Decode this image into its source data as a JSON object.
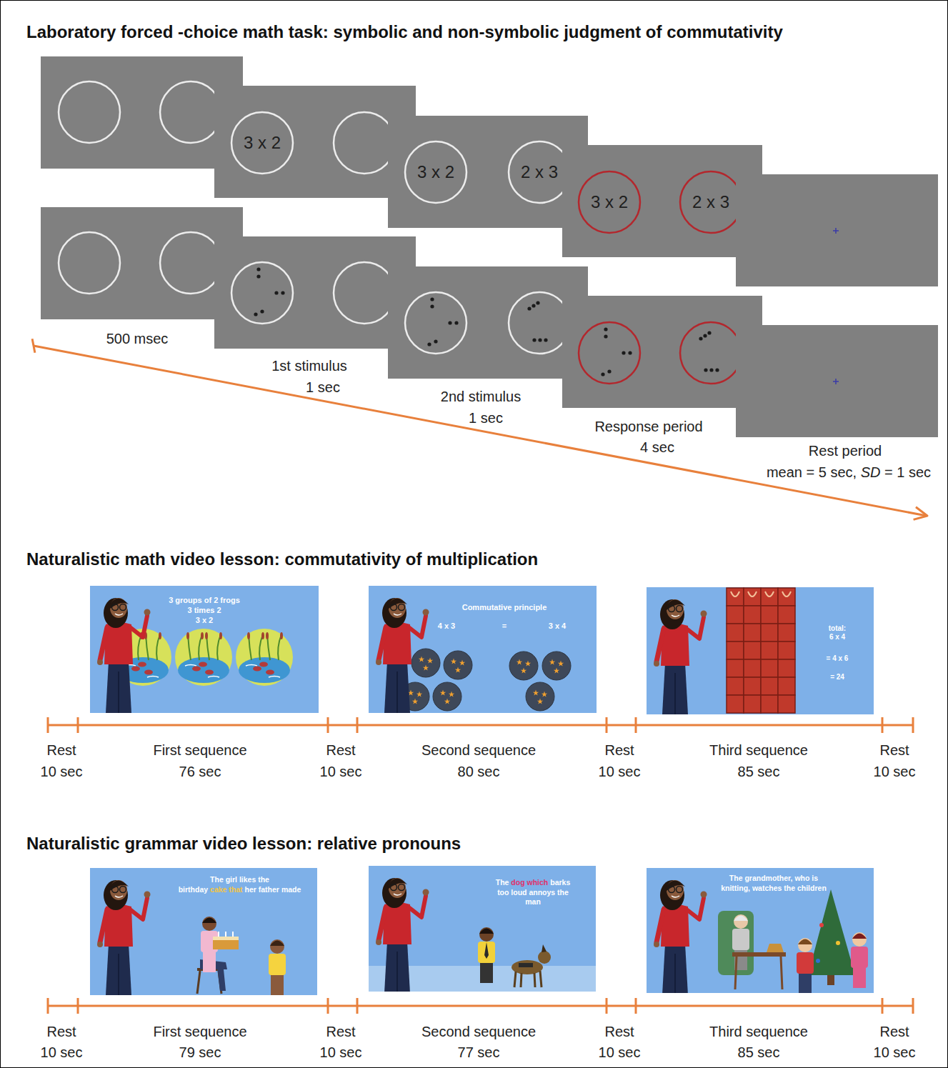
{
  "diagram": {
    "nodes": [
      {
        "text": [
          "3 x 2"
        ]
      },
      {
        "text": [
          "3 x 2"
        ]
      },
      {
        "text": [
          "2 x 3"
        ]
      },
      {
        "text": [
          "3 x 2"
        ]
      },
      {
        "text": [
          "2 x 3"
        ]
      },
      {
        "text": [
          "3 groups of 2 frogs",
          "3 times 2",
          "3 x 2"
        ]
      },
      {
        "text": [
          "Commutative principle",
          "4 x 3",
          "=",
          "3 x 4"
        ]
      },
      {
        "text": [
          "total:",
          "6 x 4",
          "= 4 x 6",
          "= 24"
        ]
      },
      {
        "text": [
          "The girl likes the birthday",
          "cake",
          "that",
          "her father made"
        ]
      },
      {
        "text": [
          "The",
          "dog",
          "which",
          "barks too loud annoys the man"
        ]
      },
      {
        "text": [
          "The grandmother, who is knitting, watches the children"
        ]
      }
    ],
    "labels": [
      "Laboratory forced -choice math task: symbolic and non-symbolic judgment of commutativity",
      "500 msec",
      "1st stimulus",
      "1 sec",
      "2nd stimulus",
      "1 sec",
      "Response period",
      "4 sec",
      "Rest period",
      "mean = 5 sec,",
      "SD",
      "= 1 sec",
      "Naturalistic math video lesson: commutativity of multiplication",
      "Rest",
      "10 sec",
      "First sequence",
      "76 sec",
      "Rest",
      "10 sec",
      "Second sequence",
      "80 sec",
      "Rest",
      "10 sec",
      "Third sequence",
      "85 sec",
      "Rest",
      "10 sec",
      "Naturalistic grammar video lesson: relative pronouns",
      "Rest",
      "10 sec",
      "First sequence",
      "79 sec",
      "Rest",
      "10 sec",
      "Second sequence",
      "77 sec",
      "Rest",
      "10 sec",
      "Third sequence",
      "85 sec",
      "Rest",
      "10 sec"
    ]
  }
}
